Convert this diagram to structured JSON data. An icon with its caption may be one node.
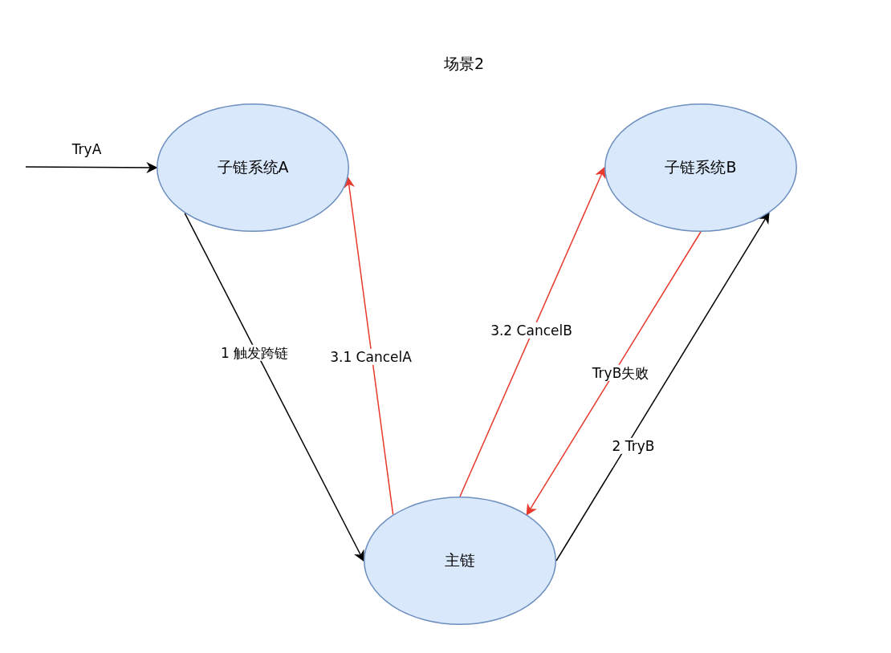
{
  "diagram": {
    "title": "场景2",
    "nodes": [
      {
        "text": [
          "子链系统A"
        ]
      },
      {
        "text": [
          "子链系统B"
        ]
      },
      {
        "text": [
          "主链"
        ]
      }
    ],
    "edges": [
      {
        "from": null,
        "to": 0,
        "arrow": "to",
        "label": "TryA"
      },
      {
        "from": 0,
        "to": 2,
        "arrow": "to",
        "label": "1 触发跨链"
      },
      {
        "from": 2,
        "to": 0,
        "arrow": "to",
        "label": "3.1 CancelA",
        "color": "#e8392c"
      },
      {
        "from": 2,
        "to": 1,
        "arrow": "to",
        "label": "3.2 CancelB",
        "color": "#e8392c"
      },
      {
        "from": 1,
        "to": 2,
        "arrow": "to",
        "label": "TryB失败",
        "color": "#e8392c"
      },
      {
        "from": 2,
        "to": 1,
        "arrow": "to",
        "label": "2 TryB"
      }
    ]
  }
}
